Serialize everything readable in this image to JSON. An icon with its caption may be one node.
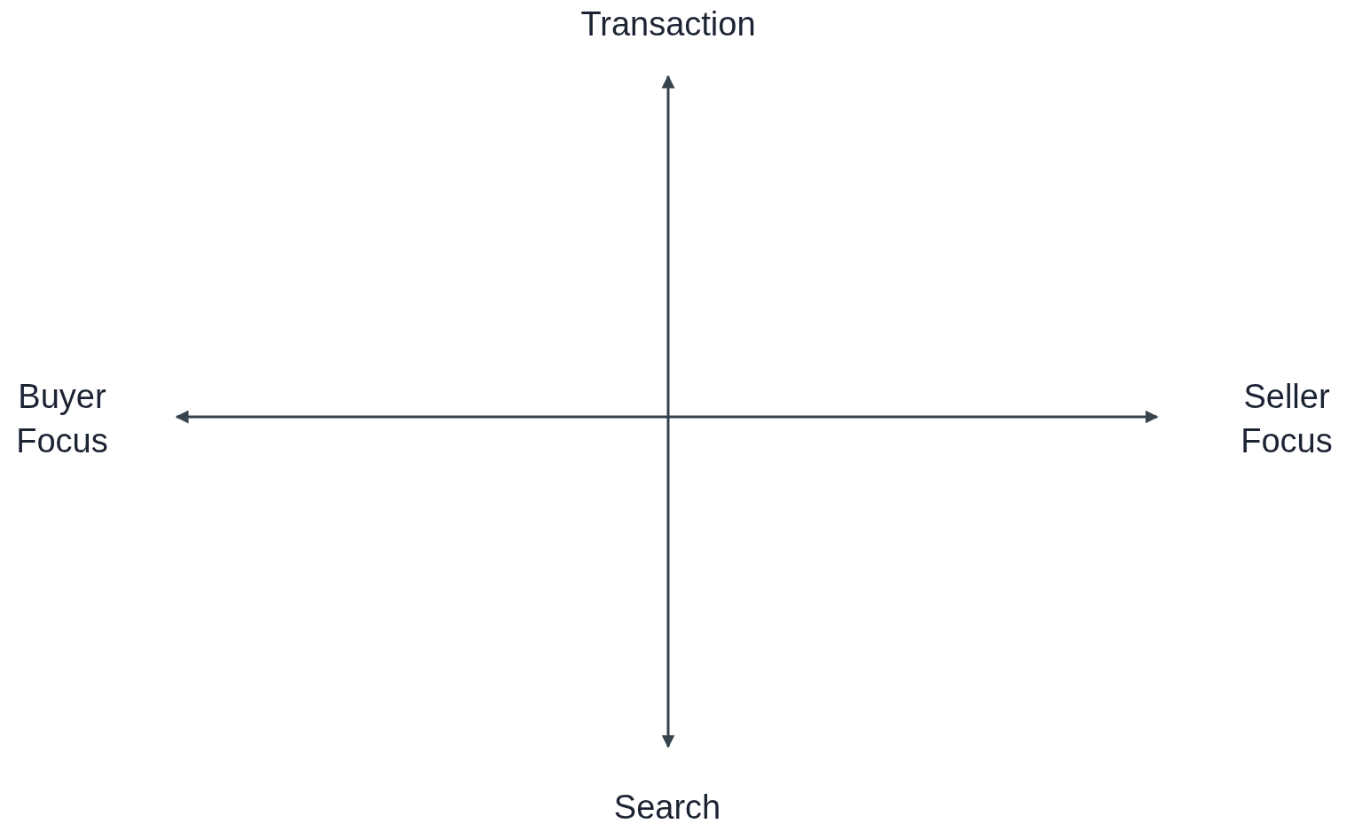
{
  "diagram": {
    "labels": [
      "Transaction",
      "Buyer Focus",
      "Seller Focus",
      "Search"
    ]
  }
}
